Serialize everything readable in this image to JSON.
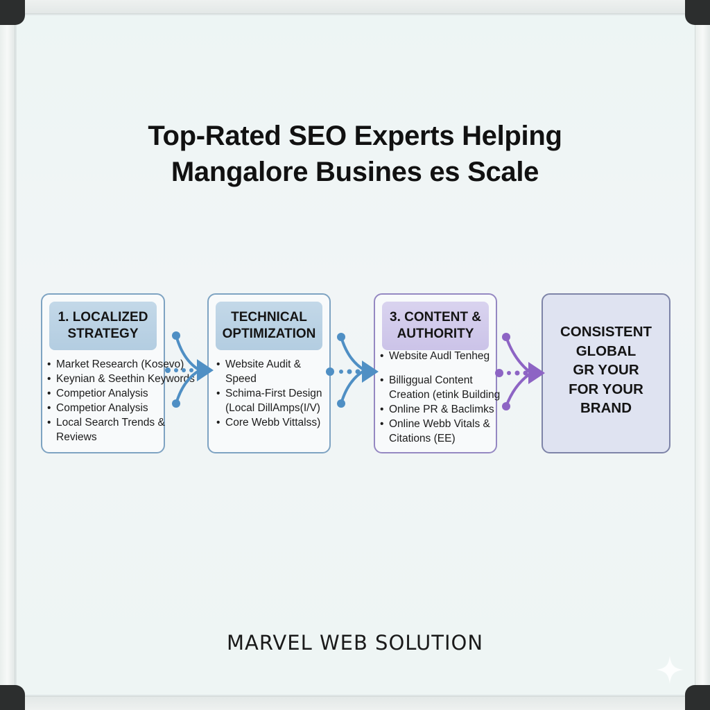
{
  "title": {
    "line1": "Top-Rated SEO Experts Helping",
    "line2": "Mangalore Busines es Scale"
  },
  "steps": [
    {
      "header_line1": "1. LOCALIZED",
      "header_line2": "STRATEGY",
      "color": "#7ea3c2",
      "items": [
        "Market Research (Kosevo)",
        "Keynian & Seethin Keywords",
        "Competior Analysis",
        "Competior Analysis",
        "Local Search Trends &",
        "Reviews"
      ]
    },
    {
      "header_line1": "TECHNICAL",
      "header_line2": "OPTIMIZATION",
      "color": "#7ea3c2",
      "items": [
        "Website Audit &",
        "Speed",
        "Schima-First Design",
        "(Local DillAmps(I/V)",
        "Core Webb Vittalss)"
      ]
    },
    {
      "header_line1": "3. CONTENT &",
      "header_line2": "AUTHORITY",
      "color": "#9588c2",
      "items": [
        "Website Audl Tenheg",
        "Billiggual Content",
        "Creation (etink Building",
        "Online PR & Baclimks",
        "Online Webb Vitals &",
        "Citations (EE)"
      ]
    }
  ],
  "result": {
    "lines": [
      "CONSISTENT",
      "GLOBAL",
      "GR YOUR",
      "FOR YOUR",
      "BRAND"
    ],
    "color": "#7e84a8"
  },
  "connectors": {
    "blue": "#4f8fc4",
    "purple": "#8d64c4"
  },
  "footer": {
    "brand": "MARVEL WEB SOLUTION"
  },
  "icons": {
    "corner_watermark": "sparkle-icon"
  }
}
